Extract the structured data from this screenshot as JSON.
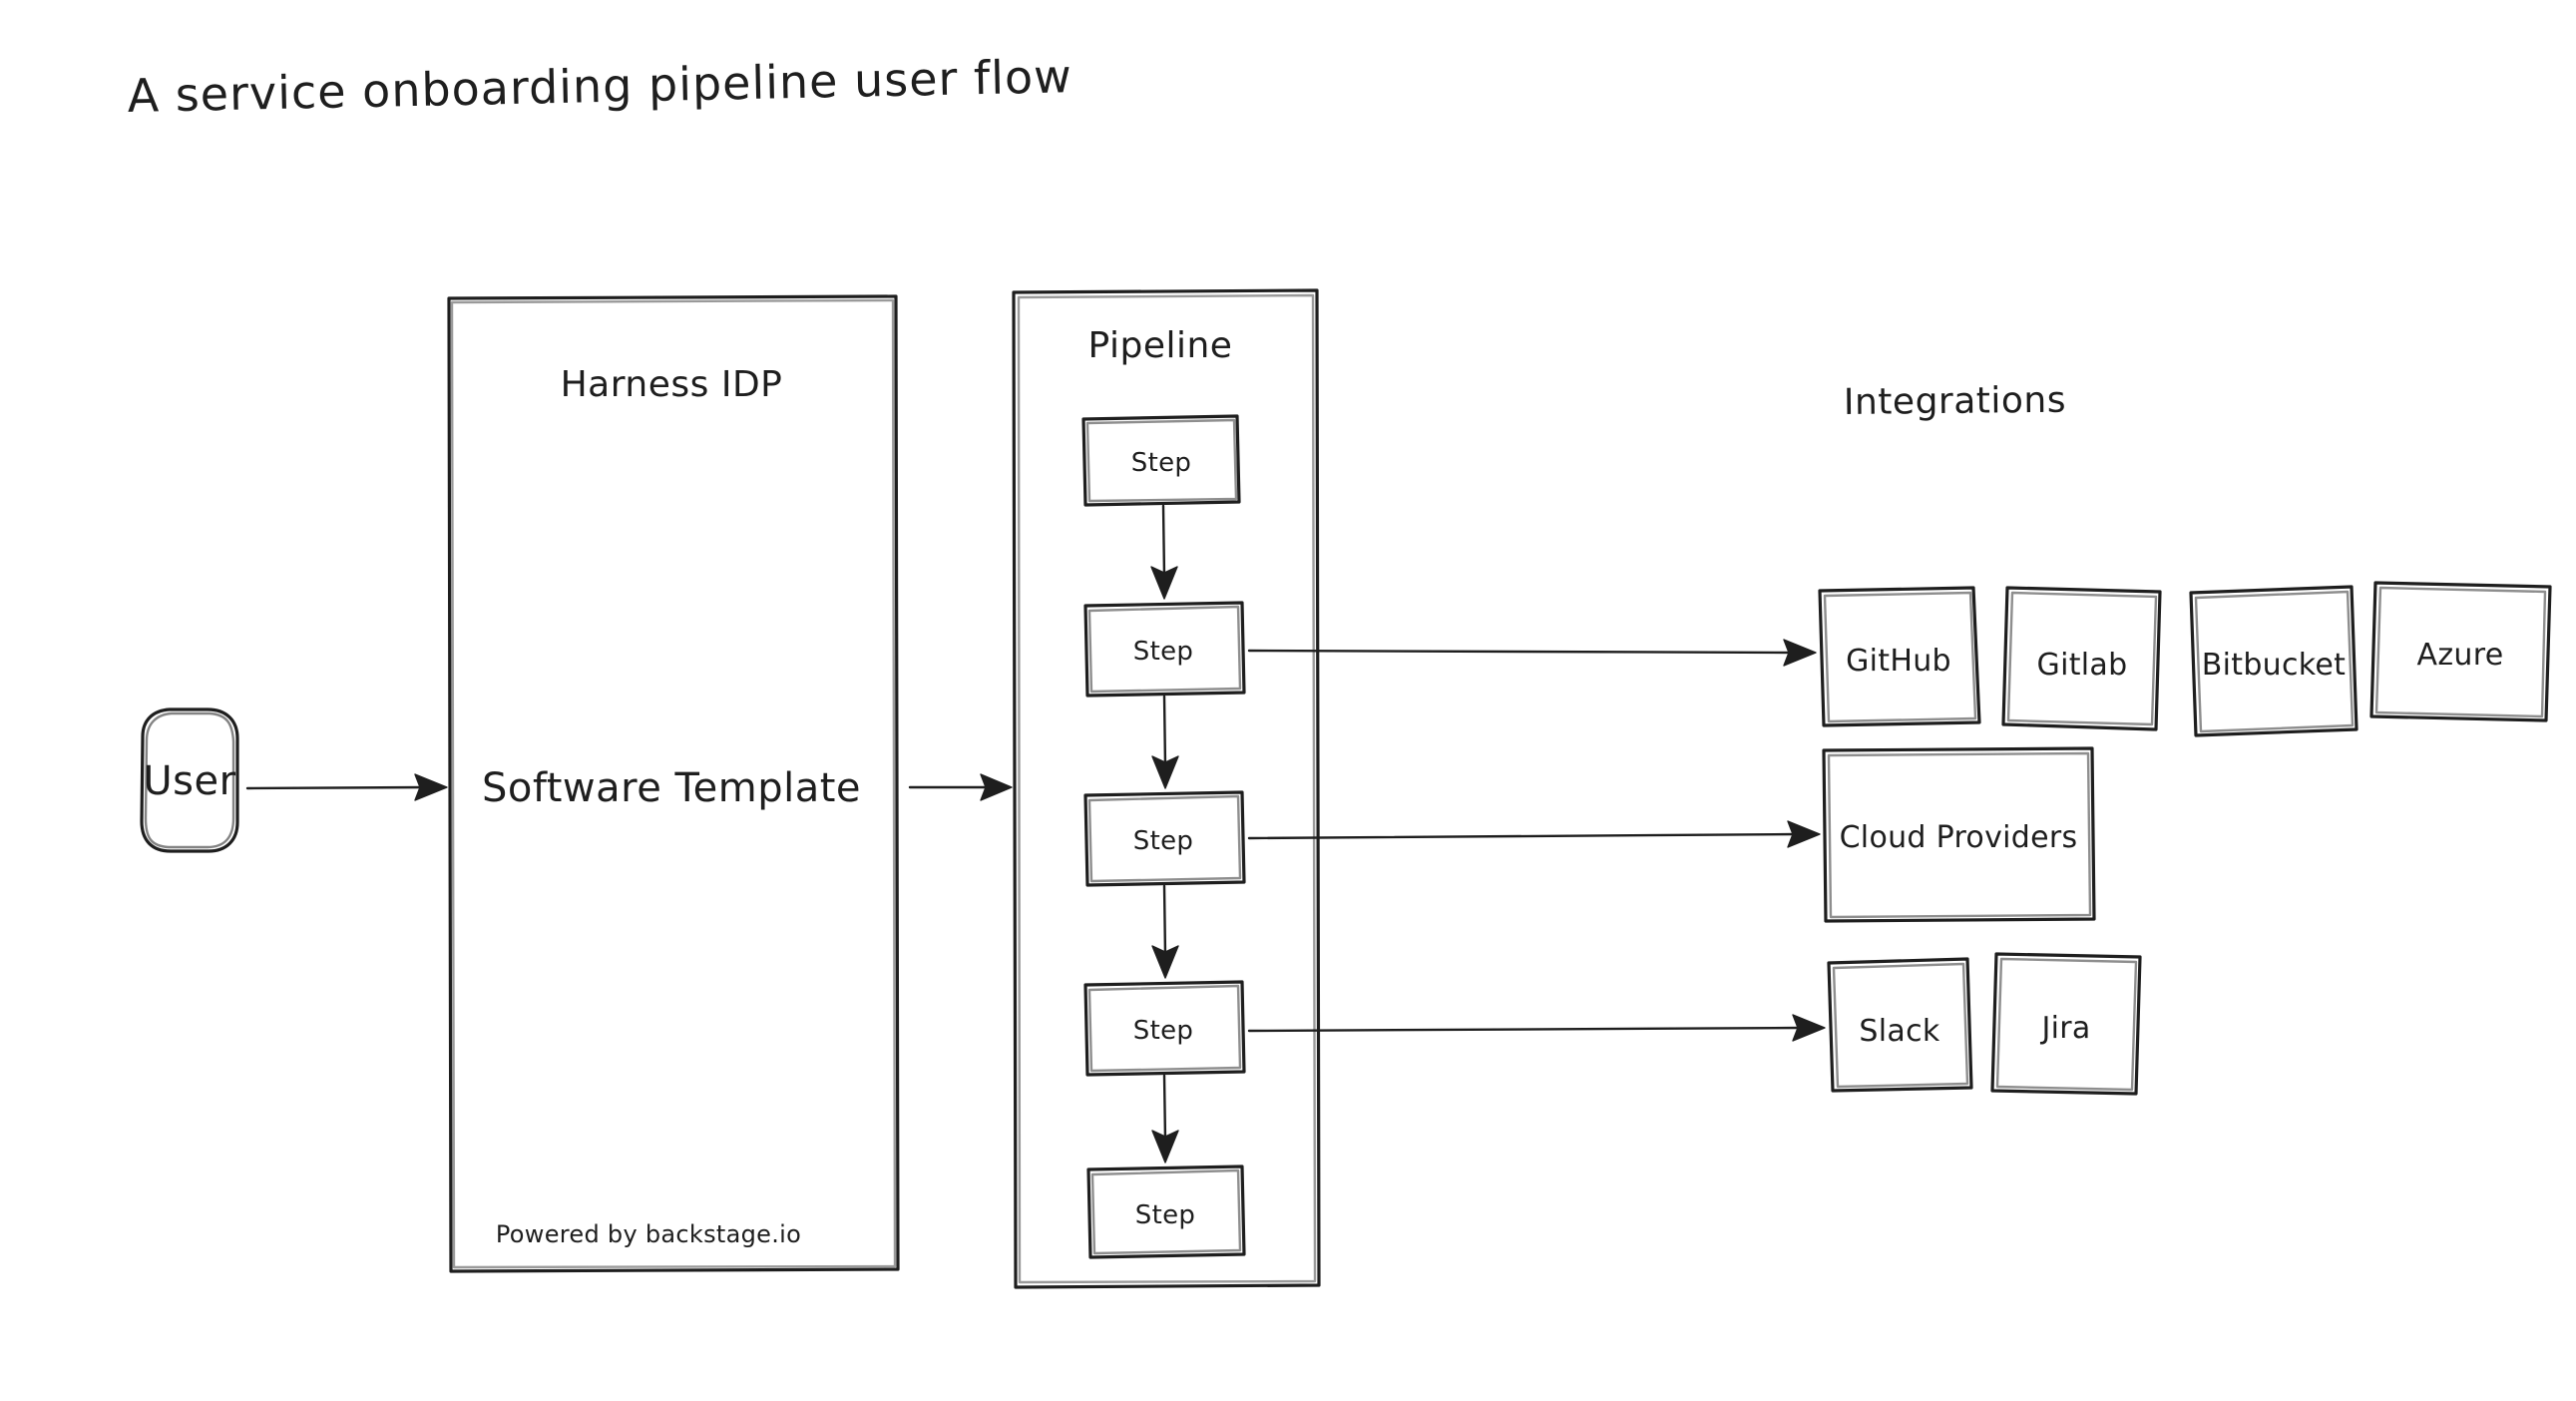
{
  "diagram": {
    "title": "A service onboarding pipeline user flow",
    "background_color": "#ffffff",
    "stroke_color": "#1e1e1e",
    "style": "hand-drawn"
  },
  "actor": {
    "label": "User",
    "shape": "rounded-rectangle"
  },
  "idp": {
    "title": "Harness IDP",
    "center_label": "Software Template",
    "footer": "Powered by backstage.io"
  },
  "pipeline": {
    "title": "Pipeline",
    "steps": [
      {
        "label": "Step"
      },
      {
        "label": "Step"
      },
      {
        "label": "Step"
      },
      {
        "label": "Step"
      },
      {
        "label": "Step"
      }
    ]
  },
  "integrations": {
    "title": "Integrations",
    "row_scm": [
      {
        "label": "GitHub"
      },
      {
        "label": "Gitlab"
      },
      {
        "label": "Bitbucket"
      },
      {
        "label": "Azure"
      }
    ],
    "row_cloud": [
      {
        "label": "Cloud Providers"
      }
    ],
    "row_comms": [
      {
        "label": "Slack"
      },
      {
        "label": "Jira"
      }
    ]
  },
  "connections": [
    {
      "from": "User",
      "to": "Harness IDP",
      "kind": "arrow"
    },
    {
      "from": "Harness IDP",
      "to": "Pipeline",
      "kind": "arrow"
    },
    {
      "from": "Step 1",
      "to": "Step 2",
      "kind": "arrow"
    },
    {
      "from": "Step 2",
      "to": "Step 3",
      "kind": "arrow"
    },
    {
      "from": "Step 3",
      "to": "Step 4",
      "kind": "arrow"
    },
    {
      "from": "Step 4",
      "to": "Step 5",
      "kind": "arrow"
    },
    {
      "from": "Step 2",
      "to": "GitHub",
      "kind": "arrow"
    },
    {
      "from": "Step 3",
      "to": "Cloud Providers",
      "kind": "arrow"
    },
    {
      "from": "Step 4",
      "to": "Slack",
      "kind": "arrow"
    }
  ]
}
